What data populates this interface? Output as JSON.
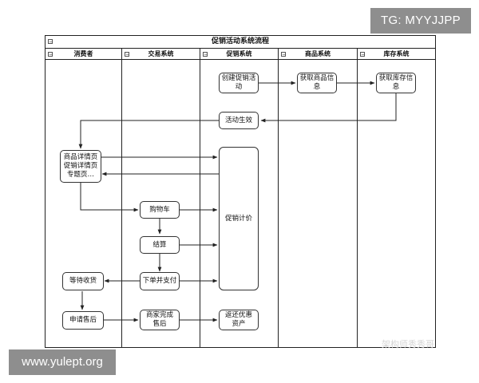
{
  "badges": {
    "tg": "TG: MYYJJPP",
    "url": "www.yulept.org"
  },
  "watermark": "架构师秀秀哥",
  "diagram": {
    "title": "促销活动系统流程",
    "lanes": [
      "消费者",
      "交易系统",
      "促销系统",
      "商品系统",
      "库存系统"
    ],
    "nodes": {
      "create_promo": "创建促销活\n动",
      "get_product_info": "获取商品信\n息",
      "get_stock_info": "获取库存信\n息",
      "promo_effective": "活动生效",
      "product_pages": "商品详情页\n促销详情页\n专题页…",
      "promo_pricing": "促销计价",
      "cart": "购物车",
      "checkout": "结算",
      "place_order": "下单并支付",
      "wait_receive": "等待收货",
      "after_sale": "申请售后",
      "merchant_done": "商家完成\n售后",
      "return_assets": "返还优惠\n资产"
    }
  },
  "colors": {
    "line": "#222222",
    "badge": "#8e8e8e",
    "watermark": "#d6d6d6"
  }
}
